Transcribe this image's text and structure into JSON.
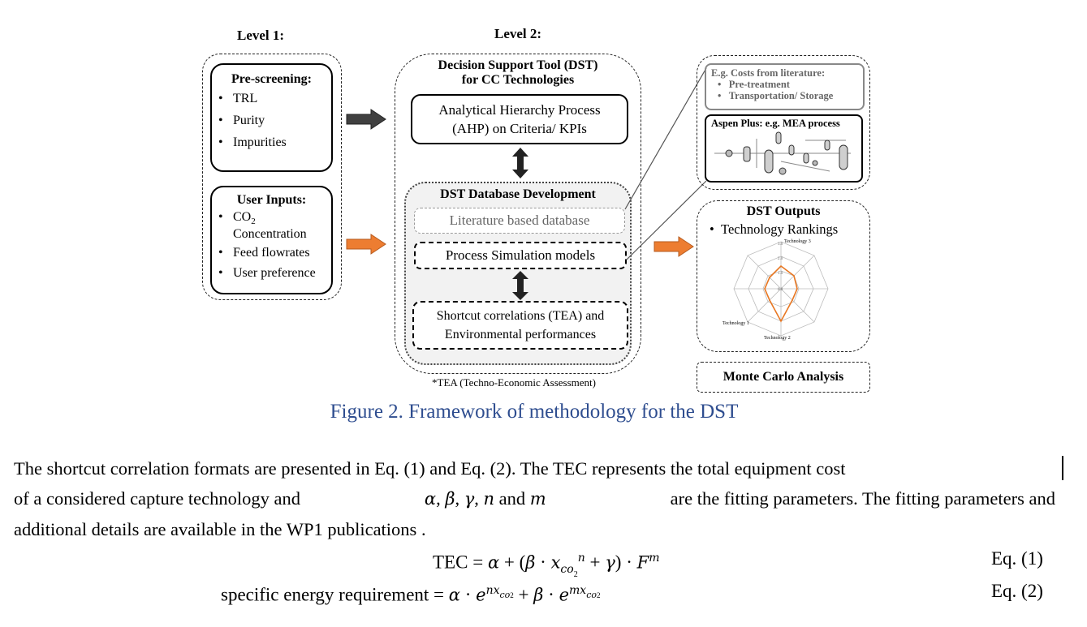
{
  "figure": {
    "level1_label": "Level 1:",
    "level2_label": "Level 2:",
    "prescreening": {
      "title": "Pre-screening:",
      "items": [
        "TRL",
        "Purity",
        "Impurities"
      ]
    },
    "user_inputs": {
      "title": "User Inputs:",
      "co2_item_a": "CO",
      "co2_item_sub": "2",
      "co2_item_b": "Concentration",
      "items": [
        "Feed flowrates",
        "User preference"
      ]
    },
    "dst_title_line1": "Decision Support Tool (DST)",
    "dst_title_line2": "for CC Technologies",
    "ahp_line1": "Analytical Hierarchy Process",
    "ahp_line2": "(AHP) on Criteria/ KPIs",
    "db_title": "DST Database Development",
    "db_literature": "Literature based database",
    "db_process": "Process Simulation models",
    "shortcut_line1": "Shortcut correlations (TEA) and",
    "shortcut_line2": "Environmental performances",
    "tea_note": "*TEA (Techno-Economic Assessment)",
    "costs_title": "E.g. Costs from literature:",
    "costs_items": [
      "Pre-treatment",
      "Transportation/ Storage"
    ],
    "aspen_title": "Aspen Plus: e.g. MEA process",
    "outputs_title": "DST Outputs",
    "outputs_item": "Technology Rankings",
    "radar": {
      "axis_labels": [
        "Technology 3",
        "Technology 2",
        "Technology 1"
      ],
      "ticks": [
        "3.0",
        "2.0",
        "1.0",
        "0.0"
      ],
      "series_color": "#e87722"
    },
    "monte_carlo": "Monte Carlo Analysis",
    "arrow_orange": "#ed7d31",
    "arrow_dark": "#404040",
    "caption": "Figure 2. Framework of methodology for the DST",
    "caption_color": "#2e4d8f"
  },
  "text": {
    "line1": "The shortcut correlation formats are presented in Eq. (1) and Eq. (2). The TEC represents the total equipment cost",
    "line2_a": "of a considered capture technology and",
    "line2_b": "are the fitting parameters. The fitting parameters and",
    "line3": "additional details are available in the WP1 publications .",
    "eq1_label": "Eq. (1)",
    "eq2_label": "Eq. (2)",
    "eq2_lhs": "specific energy requirement ="
  }
}
